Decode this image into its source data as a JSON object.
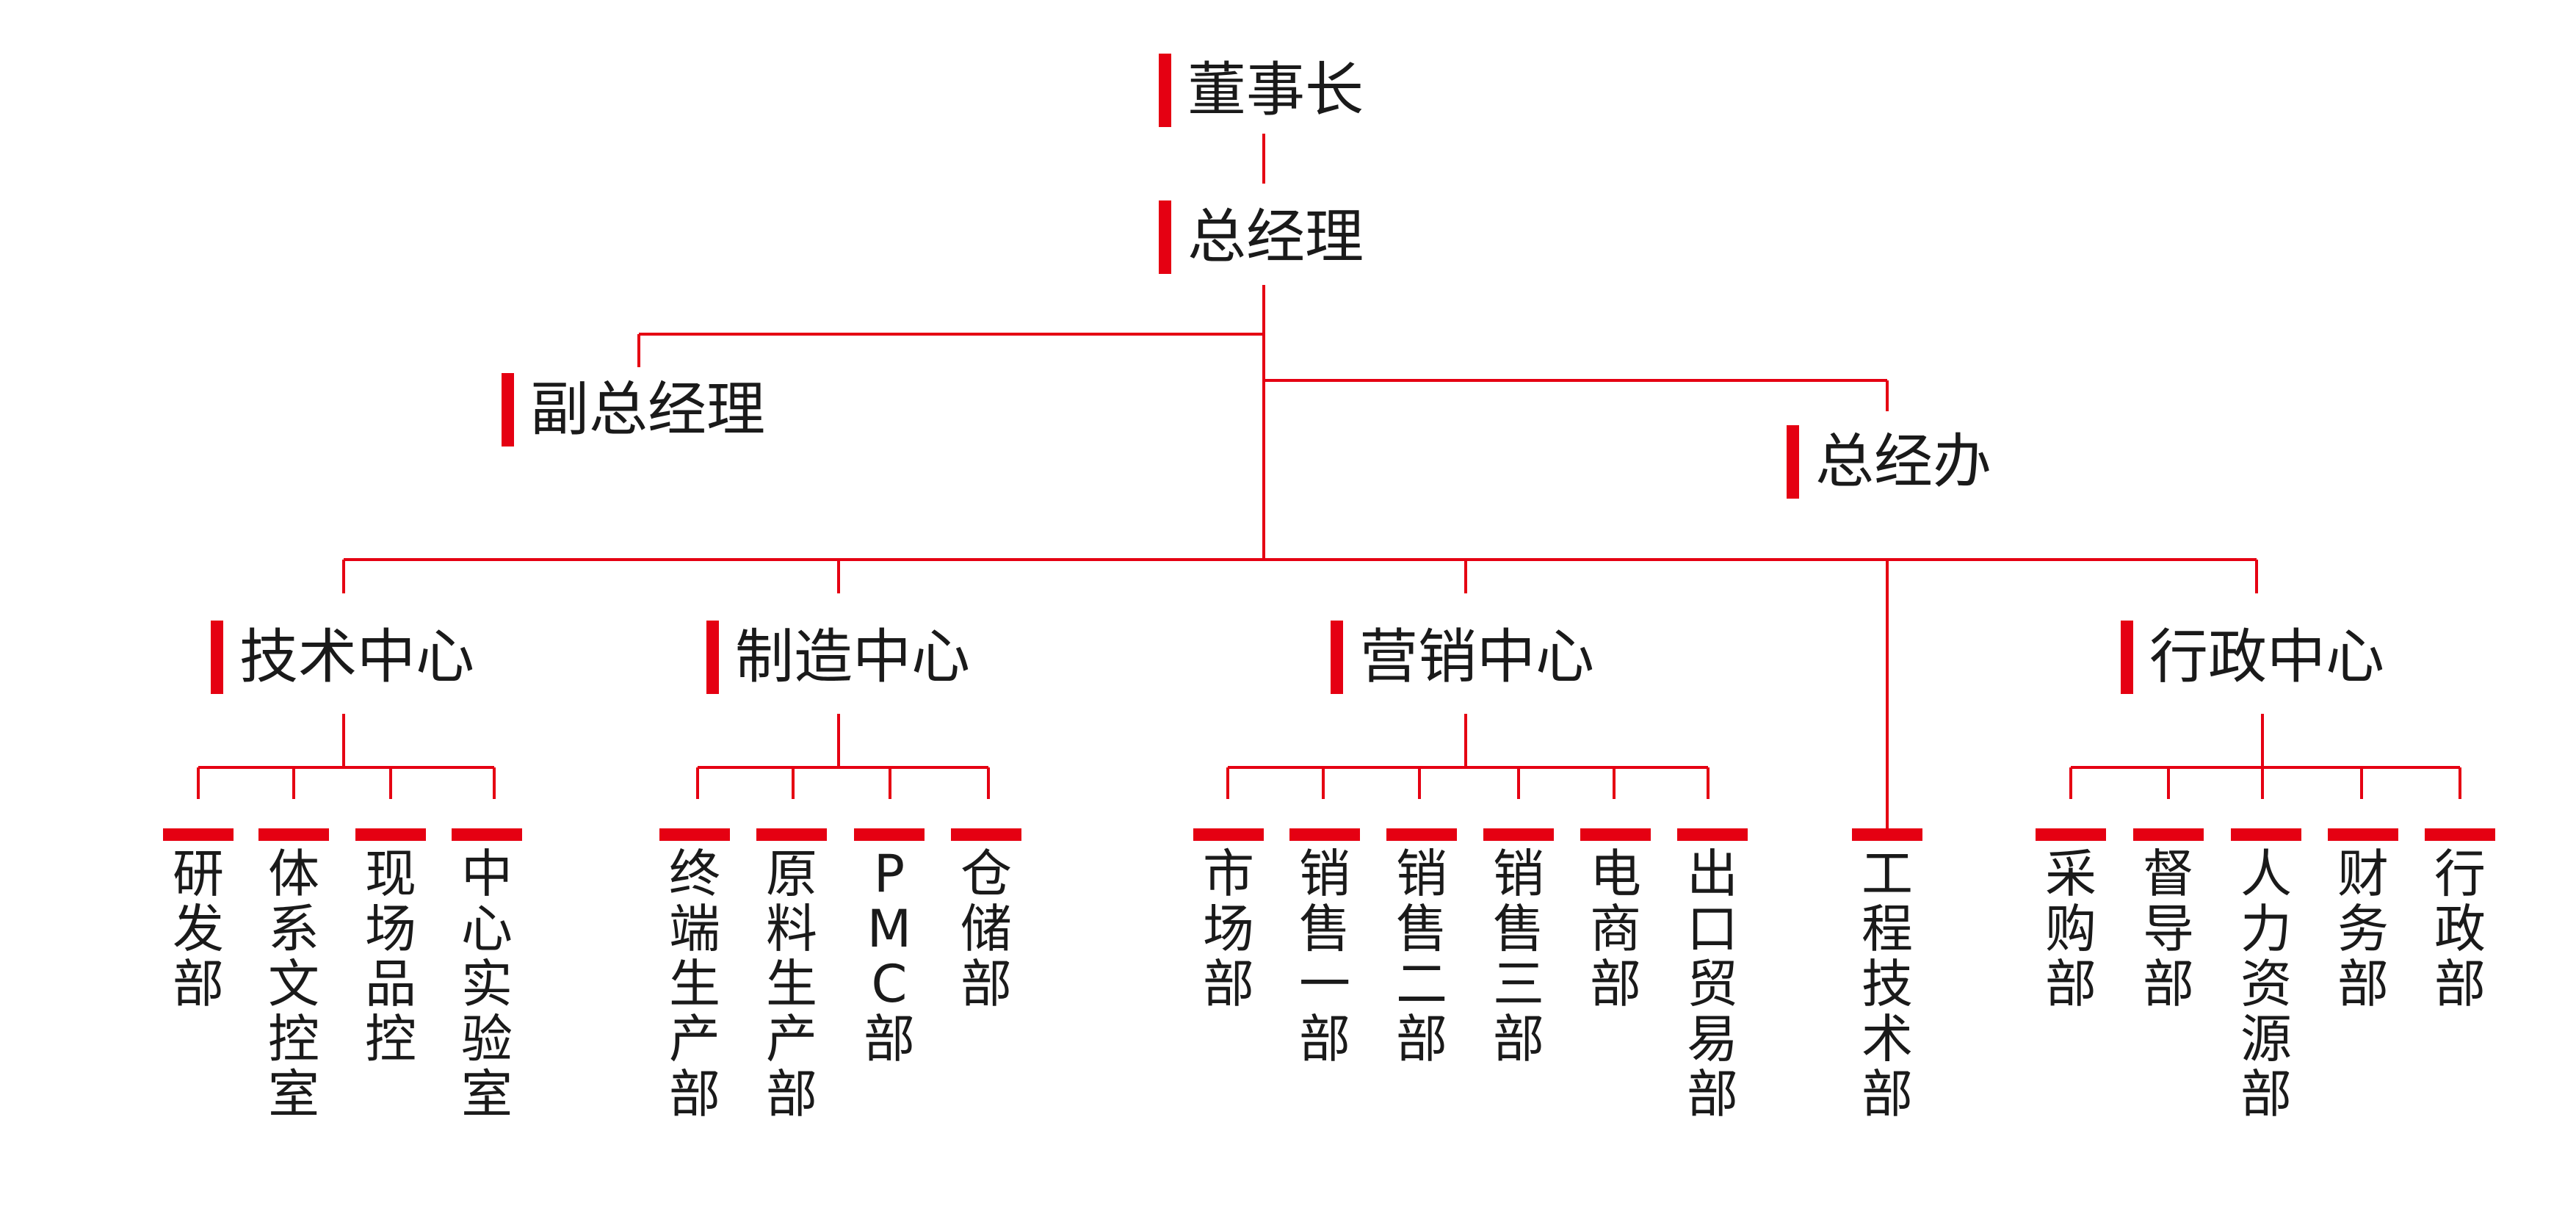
{
  "accent_color": "#e50012",
  "chairman": "董事长",
  "general_manager": "总经理",
  "deputy_general_manager": "副总经理",
  "gm_office": "总经办",
  "centers": {
    "tech": "技术中心",
    "manufacturing": "制造中心",
    "marketing": "营销中心",
    "admin": "行政中心"
  },
  "departments": {
    "tech": [
      "研发部",
      "体系文控室",
      "现场品控",
      "中心实验室"
    ],
    "manufacturing": [
      "终端生产部",
      "原料生产部",
      "PMC部",
      "仓储部"
    ],
    "marketing": [
      "市场部",
      "销售一部",
      "销售二部",
      "销售三部",
      "电商部",
      "出口贸易部"
    ],
    "engineering": "工程技术部",
    "admin": [
      "采购部",
      "督导部",
      "人力资源部",
      "财务部",
      "行政部"
    ]
  }
}
